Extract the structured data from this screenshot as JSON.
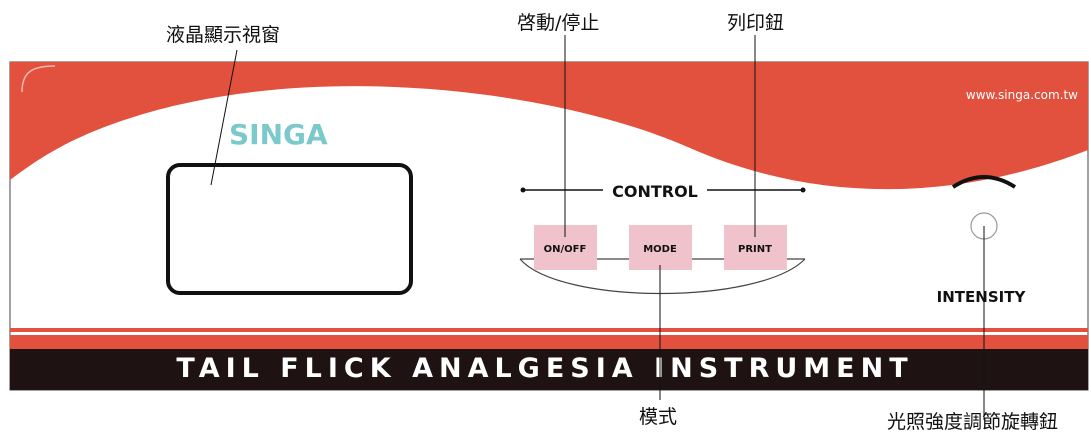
{
  "callouts": {
    "lcd_window": "液晶顯示視窗",
    "start_stop": "啓動/停止",
    "print_button": "列印鈕",
    "mode": "模式",
    "intensity_knob": "光照強度調節旋轉鈕"
  },
  "panel": {
    "brand": "SINGA",
    "website": "www.singa.com.tw",
    "control_label": "CONTROL",
    "buttons": {
      "on_off": "ON/OFF",
      "mode": "MODE",
      "print": "PRINT"
    },
    "intensity_label": "INTENSITY",
    "instrument_name": "TAIL FLICK ANALGESIA INSTRUMENT"
  },
  "colors": {
    "accent_red": "#e2513d",
    "button_pink": "#efc2cc",
    "brand_teal": "#7cc9cc",
    "dark_band": "#1e1212"
  }
}
